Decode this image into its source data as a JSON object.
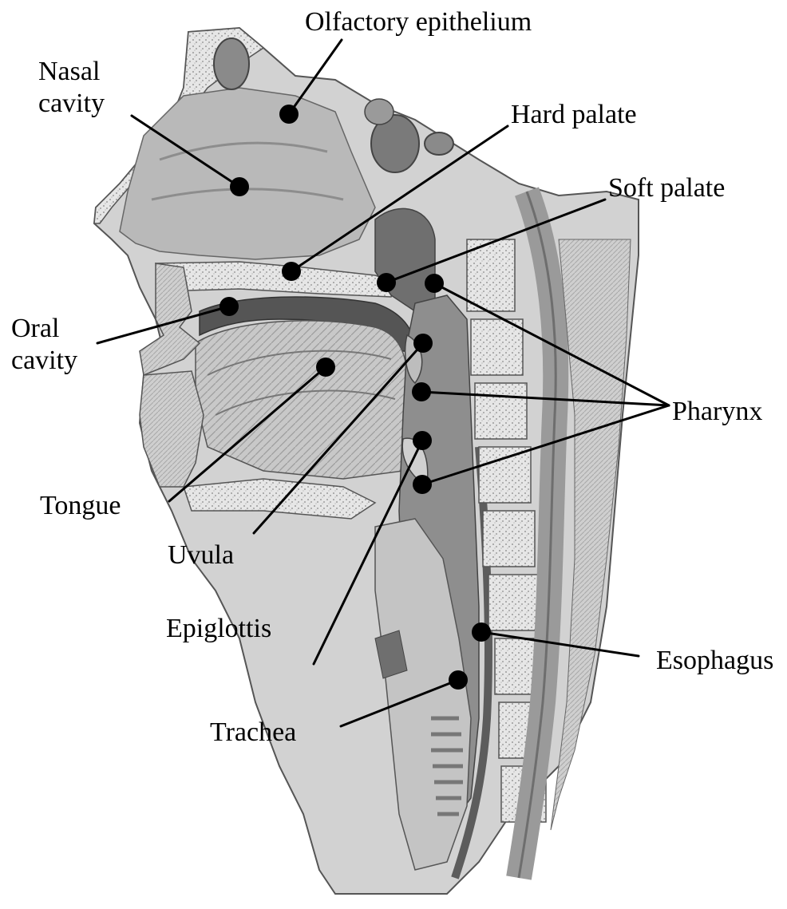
{
  "labels": {
    "olfactory_epithelium": "Olfactory epithelium",
    "nasal_cavity": [
      "Nasal",
      "cavity"
    ],
    "hard_palate": "Hard palate",
    "soft_palate": "Soft palate",
    "oral_cavity": [
      "Oral",
      "cavity"
    ],
    "pharynx": "Pharynx",
    "tongue": "Tongue",
    "uvula": "Uvula",
    "epiglottis": "Epiglottis",
    "esophagus": "Esophagus",
    "trachea": "Trachea"
  },
  "colors": {
    "ink": "#000000",
    "tissue": "#bdbdbd",
    "cavity": "#a9a9a9",
    "bone": "#e4e4e4",
    "dark": "#6f6f6f"
  }
}
